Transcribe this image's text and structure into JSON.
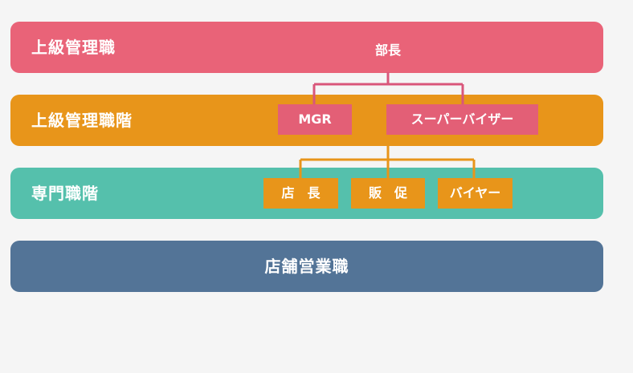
{
  "colors": {
    "background": "#f5f5f5",
    "exec_band": "#e96378",
    "senior_band": "#e8951a",
    "specialist_band": "#55c0ac",
    "store_band": "#537497",
    "exec_connector": "#d9567a",
    "senior_connector": "#e8951a",
    "mgr_box": "#e35f76",
    "supervisor_box": "#e35f76",
    "specialist_box": "#e8951a"
  },
  "bands": {
    "exec": {
      "title": "上級管理職",
      "node": "部長"
    },
    "senior": {
      "title": "上級管理職階",
      "nodes": [
        "MGR",
        "スーパーバイザー"
      ]
    },
    "specialist": {
      "title": "専門職階",
      "nodes": [
        "店　長",
        "販　促",
        "バイヤー"
      ]
    },
    "store": {
      "title": "店舗営業職"
    }
  }
}
